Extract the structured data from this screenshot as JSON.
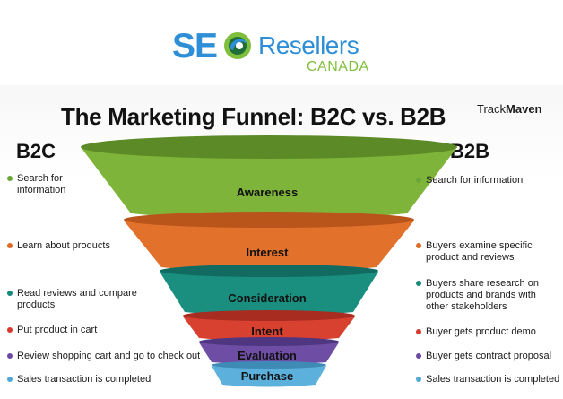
{
  "logo": {
    "seo": "SE",
    "resellers": "Resellers",
    "canada": "CANADA"
  },
  "title": "The Marketing Funnel: B2C vs. B2B",
  "brand": {
    "prefix": "Track",
    "bold": "Maven"
  },
  "b2c": {
    "heading": "B2C",
    "items": [
      {
        "lines": [
          "Search for",
          "information"
        ],
        "color": "#6ba63a"
      },
      {
        "lines": [
          "Learn about products"
        ],
        "color": "#e06a27"
      },
      {
        "lines": [
          "Read reviews and compare",
          "products"
        ],
        "color": "#178a7c"
      },
      {
        "lines": [
          "Put product in cart"
        ],
        "color": "#d63a2e"
      },
      {
        "lines": [
          "Review shopping cart and go to check out"
        ],
        "color": "#6b4aa3"
      },
      {
        "lines": [
          "Sales transaction is completed"
        ],
        "color": "#4fa8d6"
      }
    ]
  },
  "b2b": {
    "heading": "B2B",
    "items": [
      {
        "lines": [
          "Search for information"
        ],
        "color": "#6ba63a"
      },
      {
        "lines": [
          "Buyers examine specific",
          "product and reviews"
        ],
        "color": "#e06a27"
      },
      {
        "lines": [
          "Buyers share research on",
          "products and brands with",
          "other stakeholders"
        ],
        "color": "#178a7c"
      },
      {
        "lines": [
          "Buyer gets product demo"
        ],
        "color": "#d63a2e"
      },
      {
        "lines": [
          "Buyer gets contract proposal"
        ],
        "color": "#6b4aa3"
      },
      {
        "lines": [
          "Sales transaction is completed"
        ],
        "color": "#4fa8d6"
      }
    ]
  },
  "stages": [
    {
      "label": "Awareness",
      "color": "#7fb43a",
      "dark": "#5c8a27"
    },
    {
      "label": "Interest",
      "color": "#e2712b",
      "dark": "#b9541a"
    },
    {
      "label": "Consideration",
      "color": "#1a8f80",
      "dark": "#116b60"
    },
    {
      "label": "Intent",
      "color": "#d8402f",
      "dark": "#a82c20"
    },
    {
      "label": "Evaluation",
      "color": "#6e4ea5",
      "dark": "#4f3680"
    },
    {
      "label": "Purchase",
      "color": "#5bb0dc",
      "dark": "#3e8bb6"
    }
  ]
}
